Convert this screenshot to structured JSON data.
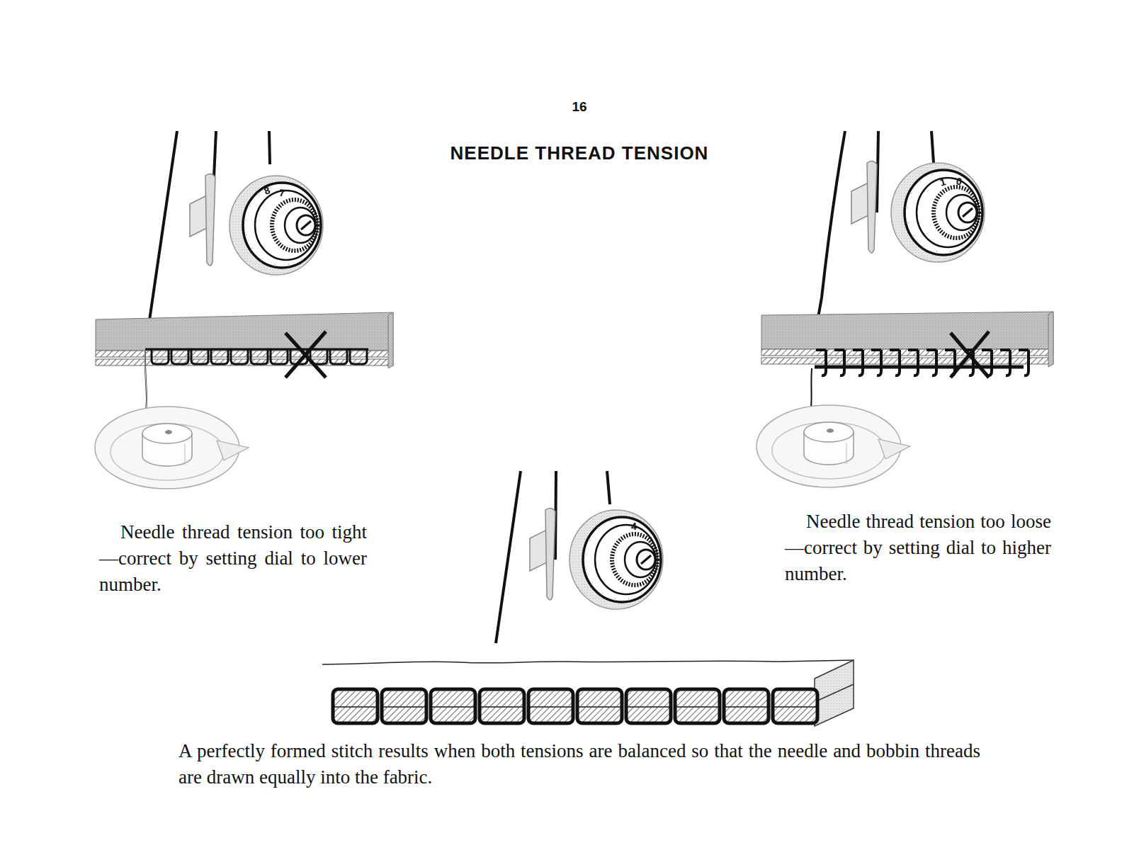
{
  "diagram": {
    "title": "NEEDLE THREAD TENSION",
    "caption": "A perfectly formed stitch results when both tensions are balanced so that the needle and bobbin threads are drawn equally into the fabric.",
    "labels": [
      "16",
      "Needle thread tension too tight—correct by setting dial to lower number.",
      "Needle thread tension too loose—correct by setting dial to higher number.",
      "8",
      "7",
      "1",
      "0",
      "4"
    ]
  }
}
